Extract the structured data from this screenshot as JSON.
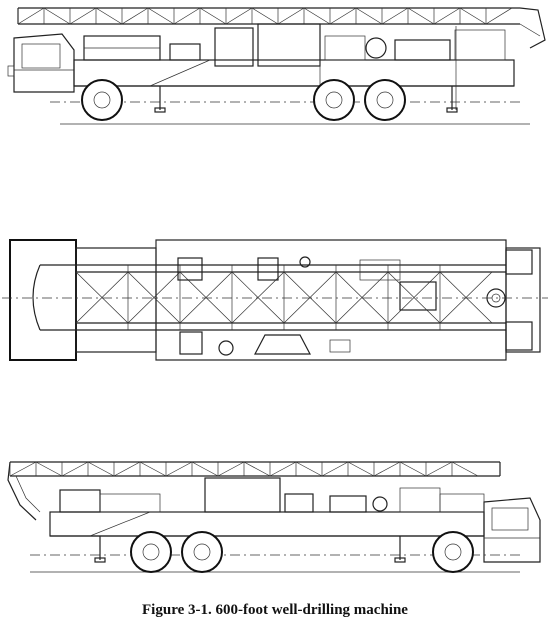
{
  "figure": {
    "caption": "Figure 3-1.  600-foot well-drilling machine",
    "views": [
      {
        "id": "side-view-left",
        "wheels": 3
      },
      {
        "id": "top-view",
        "wheels": 0
      },
      {
        "id": "side-view-right",
        "wheels": 3
      }
    ]
  }
}
